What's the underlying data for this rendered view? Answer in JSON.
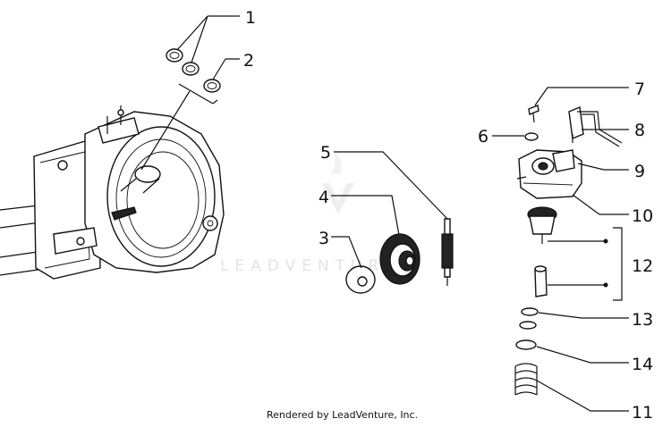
{
  "callouts": {
    "c1": "1",
    "c2": "2",
    "c3": "3",
    "c4": "4",
    "c5": "5",
    "c6": "6",
    "c7": "7",
    "c8": "8",
    "c9": "9",
    "c10": "10",
    "c11": "11",
    "c12": "12",
    "c13": "13",
    "c14": "14"
  },
  "watermark": "LEADVENTURE",
  "credit": "Rendered by LeadVenture, Inc."
}
